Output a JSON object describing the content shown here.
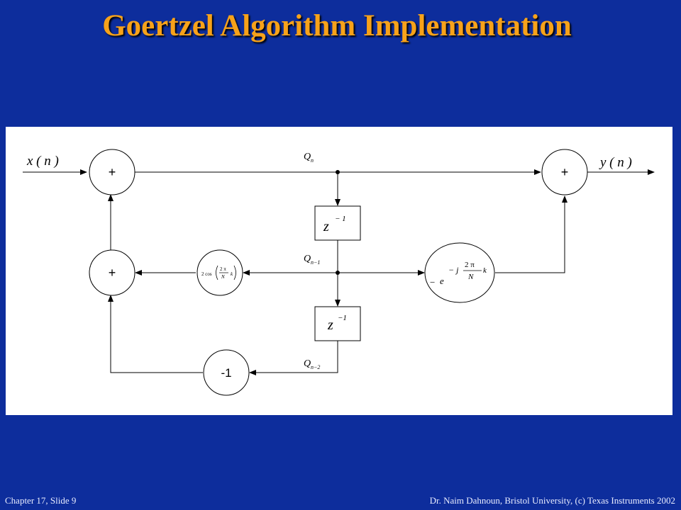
{
  "slide": {
    "title": "Goertzel Algorithm Implementation",
    "footer_left": "Chapter 17, Slide 9",
    "footer_right": "Dr. Naim Dahnoun, Bristol University,  (c) Texas Instruments 2002",
    "colors": {
      "background": "#0d2d9c",
      "title": "#f7a21a",
      "panel": "#ffffff"
    }
  },
  "diagram": {
    "input_label": "x ( n )",
    "output_label": "y ( n )",
    "adders": {
      "input_adder": "+",
      "feedback_adder": "+",
      "output_adder": "+"
    },
    "node_labels": {
      "q_n": {
        "base": "Q",
        "sub": "n"
      },
      "q_n_minus_1": {
        "base": "Q",
        "sub": "n−1"
      },
      "q_n_minus_2": {
        "base": "Q",
        "sub": "n−2"
      }
    },
    "delays": {
      "delay_1": {
        "base": "z",
        "exp": "− 1"
      },
      "delay_2": {
        "base": "z",
        "exp": "−1"
      }
    },
    "cos_gain": {
      "prefix": "2 cos",
      "num": "2 π",
      "den": "N",
      "k": "k"
    },
    "minus_one_gain": "-1",
    "exp_gain": {
      "minus": "−",
      "e": "e",
      "exp_prefix": "− j",
      "num": "2 π",
      "den": "N",
      "k": "k"
    }
  }
}
